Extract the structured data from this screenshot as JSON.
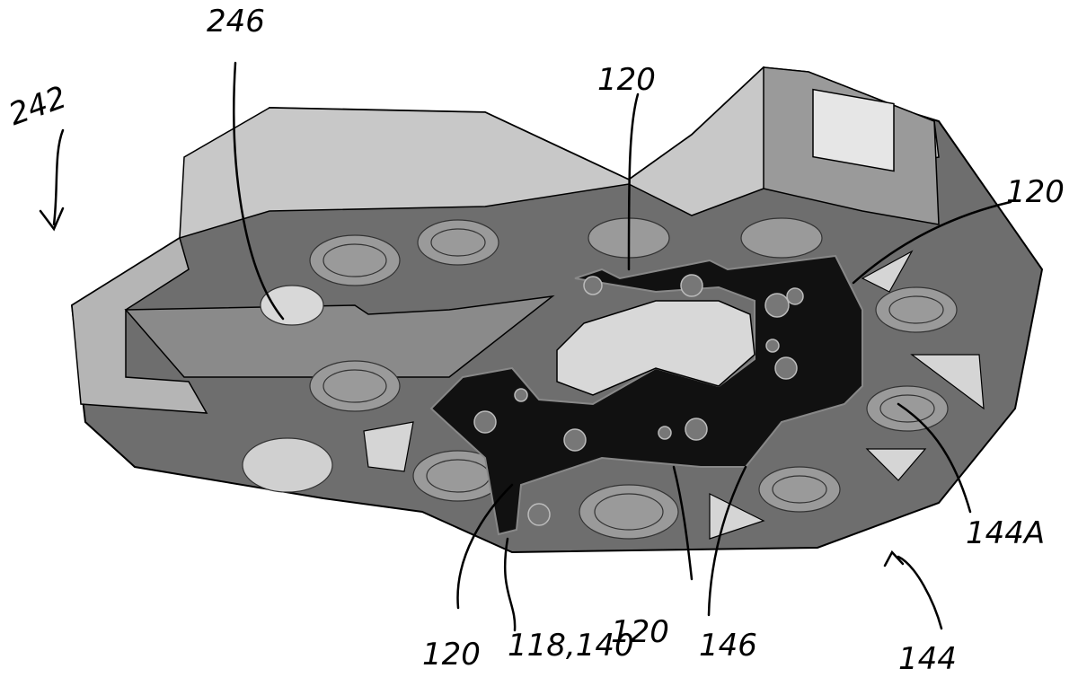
{
  "figure": {
    "labels": {
      "assembly": "242",
      "opening": "246",
      "feature_top": "120",
      "feature_right": "120",
      "feature_bottom_left": "120",
      "feature_bottom_mid": "120",
      "plate": "118,140",
      "edge": "146",
      "base": "144",
      "base_surface": "144A"
    },
    "colors": {
      "body": "#6e6e6e",
      "body_light": "#a9a9a9",
      "wall": "#c8c8c8",
      "plate": "#111111"
    }
  }
}
